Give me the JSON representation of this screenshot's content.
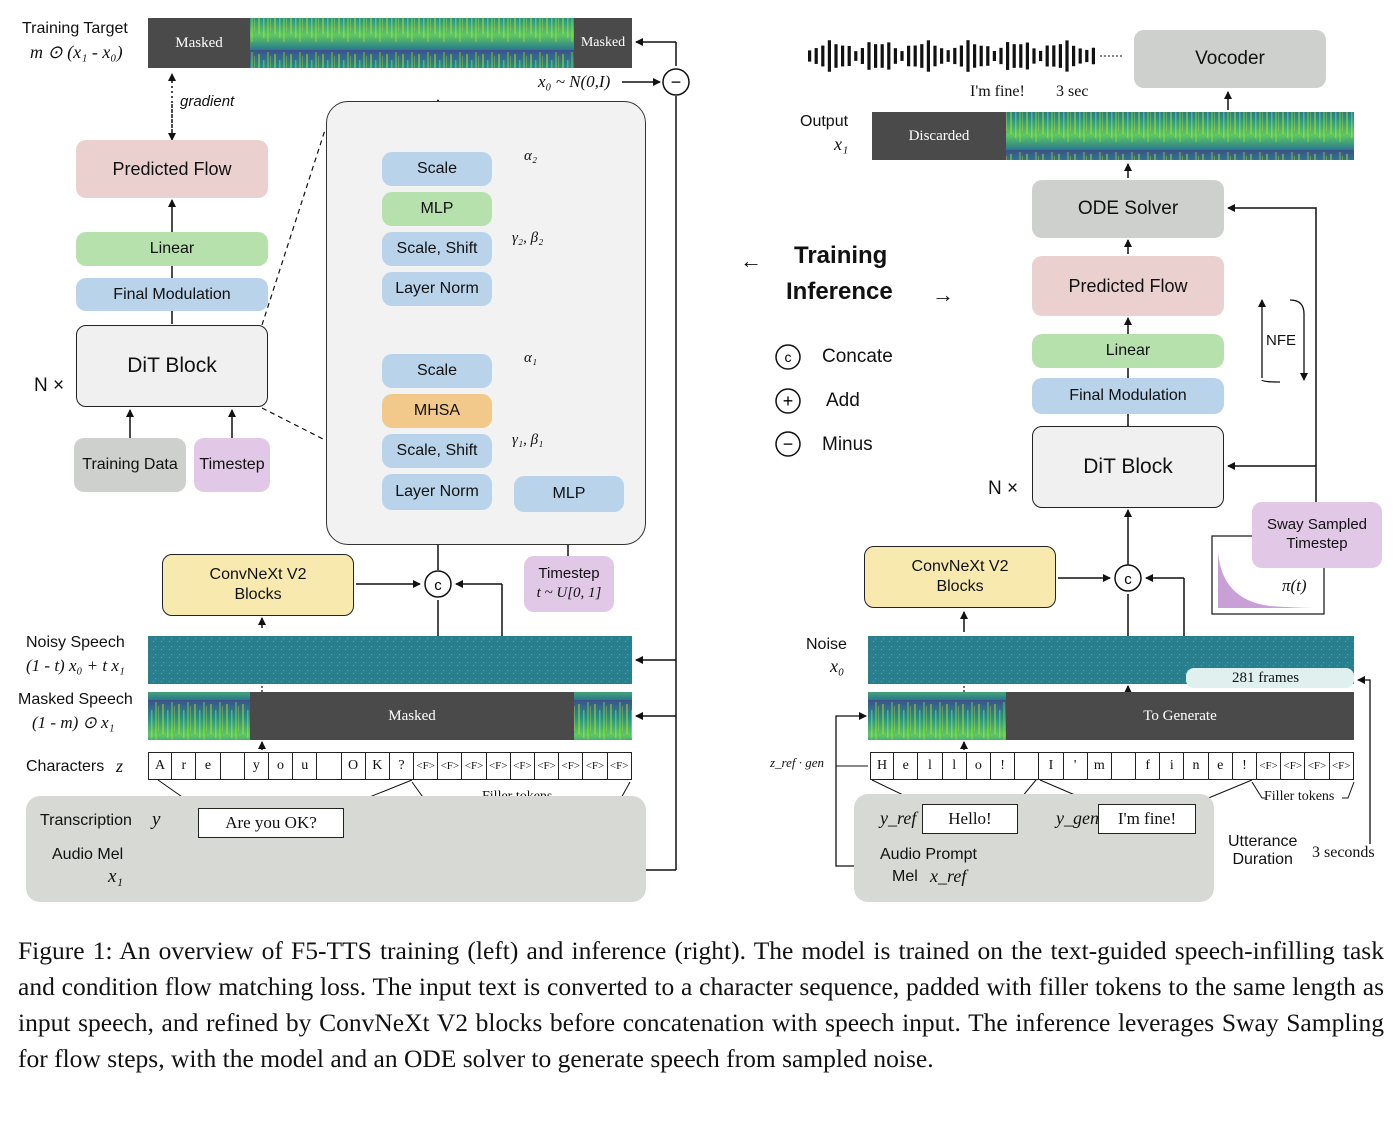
{
  "left": {
    "training_target_label": "Training Target",
    "training_target_math": "m ⊙ (x₁ - x₀)",
    "masked_left": "Masked",
    "masked_right": "Masked",
    "noise_sample": "x₀ ~ N(0,I)",
    "gradient": "gradient",
    "predicted_flow": "Predicted Flow",
    "linear": "Linear",
    "final_modulation": "Final Modulation",
    "dit_block": "DiT Block",
    "n_times": "N ×",
    "training_data": "Training Data",
    "timestep": "Timestep",
    "convnext": "ConvNeXt V2\nBlocks",
    "noisy_speech_label": "Noisy Speech",
    "noisy_speech_math": "(1 - t) x₀ + t x₁",
    "masked_speech_label": "Masked Speech",
    "masked_speech_math": "(1 - m) ⊙ x₁",
    "masked_center": "Masked",
    "characters_label": "Characters",
    "characters_symbol": "z",
    "characters": [
      "A",
      "r",
      "e",
      "",
      "y",
      "o",
      "u",
      "",
      "O",
      "K",
      "?",
      "<F>",
      "<F>",
      "<F>",
      "<F>",
      "<F>",
      "<F>",
      "<F>",
      "<F>",
      "<F>"
    ],
    "filler_tokens": "Filler tokens",
    "transcription_label": "Transcription",
    "transcription_symbol": "y",
    "transcription_text": "Are you OK?",
    "audio_mel_label": "Audio Mel",
    "audio_mel_symbol": "x₁"
  },
  "block": {
    "scale_top": "Scale",
    "mlp": "MLP",
    "scale_shift_top": "Scale, Shift",
    "layer_norm_top": "Layer Norm",
    "scale_bottom": "Scale",
    "mhsa": "MHSA",
    "scale_shift_bottom": "Scale, Shift",
    "layer_norm_bottom": "Layer Norm",
    "mlp_timestep": "MLP",
    "alpha2": "α₂",
    "gamma2beta2": "γ₂, β₂",
    "alpha1": "α₁",
    "gamma1beta1": "γ₁, β₁",
    "timestep_label": "Timestep",
    "timestep_dist": "t ~ U[0, 1]"
  },
  "legend": {
    "training": "Training",
    "inference": "Inference",
    "left_arrow": "←",
    "right_arrow": "→",
    "concate_symbol": "c",
    "concate": "Concate",
    "add_symbol": "+",
    "add": "Add",
    "minus_symbol": "−",
    "minus": "Minus"
  },
  "right": {
    "vocoder": "Vocoder",
    "wave_text": "I'm fine!",
    "wave_duration": "3 sec",
    "output_label": "Output",
    "output_symbol": "x₁",
    "discarded": "Discarded",
    "ode_solver": "ODE Solver",
    "predicted_flow": "Predicted Flow",
    "linear": "Linear",
    "final_modulation": "Final Modulation",
    "nfe": "NFE",
    "dit_block": "DiT Block",
    "n_times": "N ×",
    "sway": "Sway Sampled\nTimestep",
    "pi_t": "π(t)",
    "convnext": "ConvNeXt V2\nBlocks",
    "noise_label": "Noise",
    "noise_symbol": "x₀",
    "frames": "281 frames",
    "to_generate": "To Generate",
    "z_ref_gen": "z_ref · gen",
    "characters": [
      "H",
      "e",
      "l",
      "l",
      "o",
      "!",
      "",
      "I",
      "'",
      "m",
      "",
      "f",
      "i",
      "n",
      "e",
      "!",
      "<F>",
      "<F>",
      "<F>",
      "<F>"
    ],
    "filler_tokens": "Filler tokens",
    "y_ref": "y_ref",
    "hello": "Hello!",
    "y_gen": "y_gen",
    "im_fine": "I'm fine!",
    "audio_prompt_label": "Audio Prompt",
    "mel_label": "Mel",
    "x_ref": "x_ref",
    "utterance_duration": "Utterance\nDuration",
    "three_seconds": "3 seconds"
  },
  "caption": "Figure 1: An overview of F5-TTS training (left) and inference (right). The model is trained on the text-guided speech-infilling task and condition flow matching loss. The input text is converted to a character sequence, padded with filler tokens to the same length as input speech, and refined by ConvNeXt V2 blocks before concatenation with speech input. The inference leverages Sway Sampling for flow steps, with the model and an ODE solver to generate speech from sampled noise."
}
